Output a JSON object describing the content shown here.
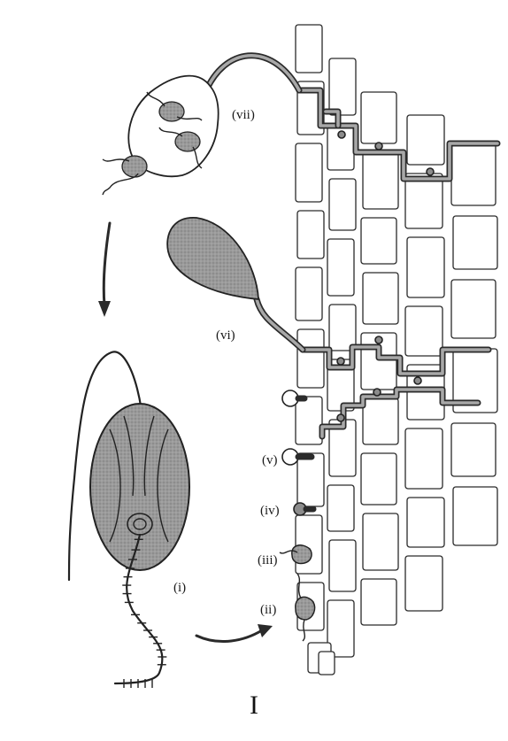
{
  "stage_labels": {
    "i": "(i)",
    "ii": "(ii)",
    "iii": "(iii)",
    "iv": "(iv)",
    "v": "(v)",
    "vi": "(vi)",
    "vii": "(vii)"
  },
  "figure_label": "I"
}
